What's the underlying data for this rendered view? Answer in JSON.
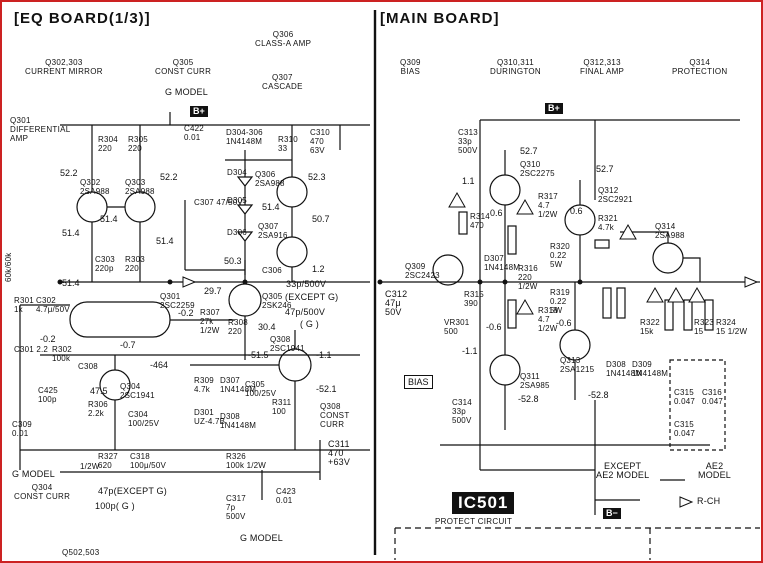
{
  "boards": {
    "eq_title": "[EQ BOARD(1/3)]",
    "main_title": "[MAIN BOARD]"
  },
  "sections": {
    "q302": [
      "Q302,303",
      "CURRENT MIRROR"
    ],
    "q305": [
      "Q305",
      "CONST CURR"
    ],
    "q306": [
      "Q306",
      "CLASS-A AMP"
    ],
    "q307": [
      "Q307",
      "CASCADE"
    ],
    "q301": [
      "Q301",
      "DIFFERENTIAL",
      "AMP"
    ],
    "q309": [
      "Q309",
      "BIAS"
    ],
    "q310": [
      "Q310,311",
      "DURINGTON"
    ],
    "q312": [
      "Q312,313",
      "FINAL AMP"
    ],
    "q314": [
      "Q314",
      "PROTECTION"
    ],
    "q304": [
      "Q304",
      "CONST CURR"
    ],
    "q308": [
      "Q308",
      "CONST",
      "CURR"
    ],
    "q502": "Q502,503"
  },
  "badges": {
    "bplus_eq": "B+",
    "bplus_main": "B+",
    "bminus": "B−",
    "ic501": "IC501",
    "ic501_sub": "PROTECT CIRCUIT",
    "bias_box": "BIAS"
  },
  "notes": {
    "g_model_top": "G MODEL",
    "g_model_left": "G MODEL",
    "g_model_bottom": "G MODEL",
    "except_g_1": "(EXCEPT G)",
    "except_g_2": "47p(EXCEPT G)",
    "g_value": "100p( G )",
    "cap_33p": "33p/500V",
    "cap_47p": "47p/500V",
    "cap_g": "( G )",
    "except_ae2": [
      "EXCEPT",
      "AE2 MODEL"
    ],
    "ae2_model": [
      "AE2",
      "MODEL"
    ],
    "rch": "R-CH"
  },
  "components": {
    "r304": [
      "R304",
      "220"
    ],
    "r305": [
      "R305",
      "220"
    ],
    "c422": [
      "C422",
      "0.01"
    ],
    "d304": [
      "D304-306",
      "1N4148M"
    ],
    "r310": [
      "R310",
      "33"
    ],
    "c310": [
      "C310",
      "470",
      "63V"
    ],
    "q302": [
      "Q302",
      "2SA988"
    ],
    "q303": [
      "Q303",
      "2SA988"
    ],
    "q306": [
      "Q306",
      "2SA988"
    ],
    "q307": [
      "Q307",
      "2SA916"
    ],
    "d304s": "D304",
    "d305s": "D305",
    "d306s": "D306",
    "c307": "C307 47/50V",
    "c303": [
      "C303",
      "220p"
    ],
    "r303": [
      "R303",
      "220"
    ],
    "c306": "C306",
    "r301": [
      "R301",
      "1k"
    ],
    "c302": [
      "C302",
      "4.7μ/50V"
    ],
    "q301": [
      "Q301",
      "2SC2259"
    ],
    "r307": [
      "R307",
      "27k",
      "1/2W"
    ],
    "r308": [
      "R308",
      "220"
    ],
    "q305": [
      "Q305",
      "2SK246"
    ],
    "q308": [
      "Q308",
      "2SC1941"
    ],
    "c301": "C301 2.2",
    "r302": [
      "R302",
      "100k"
    ],
    "c308": "C308",
    "q304": [
      "Q304",
      "2SC1941"
    ],
    "c425": [
      "C425",
      "100p"
    ],
    "c309": [
      "C309",
      "0.01"
    ],
    "r306": [
      "R306",
      "2.2k"
    ],
    "c304": [
      "C304",
      "100/25V"
    ],
    "r309": [
      "R309",
      "4.7k"
    ],
    "d307": [
      "D307",
      "1N4148M"
    ],
    "d301": [
      "D301",
      "UZ-4.7B"
    ],
    "d308": [
      "D308",
      "1N4148M"
    ],
    "c305": [
      "C305",
      "100/25V"
    ],
    "r311": [
      "R311",
      "100"
    ],
    "c311": [
      "C311",
      "470",
      "+63V"
    ],
    "r327": [
      "R327",
      "620"
    ],
    "r327w": "1/2W",
    "c318": [
      "C318",
      "100μ/50V"
    ],
    "r326": [
      "R326",
      "100k 1/2W"
    ],
    "c317": [
      "C317",
      "7p",
      "500V"
    ],
    "c423": [
      "C423",
      "0.01"
    ],
    "r_60k": "60k/60k",
    "c313": [
      "C313",
      "33p",
      "500V"
    ],
    "q310": [
      "Q310",
      "2SC2275"
    ],
    "r317": [
      "R317",
      "4.7",
      "1/2W"
    ],
    "q312": [
      "Q312",
      "2SC2921"
    ],
    "r321": [
      "R321",
      "4.7k"
    ],
    "q314": [
      "Q314",
      "2SA988"
    ],
    "r314": [
      "R314",
      "470"
    ],
    "q309": [
      "Q309",
      "2SC2423"
    ],
    "r315": [
      "R315",
      "390"
    ],
    "d307b": [
      "D307",
      "1N4148M"
    ],
    "r316": [
      "R316",
      "220",
      "1/2W"
    ],
    "r320": [
      "R320",
      "0.22",
      "5W"
    ],
    "r319": [
      "R319",
      "0.22",
      "5W"
    ],
    "r318": [
      "R318",
      "4.7",
      "1/2W"
    ],
    "q313": [
      "Q313",
      "2SA1215"
    ],
    "vr301": [
      "VR301",
      "500"
    ],
    "c312": [
      "C312",
      "47μ",
      "50V"
    ],
    "c314": [
      "C314",
      "33p",
      "500V"
    ],
    "q311": [
      "Q311",
      "2SA985"
    ],
    "d308b": [
      "D308",
      "1N4148M"
    ],
    "d309": [
      "D309",
      "1N4148M"
    ],
    "r322": [
      "R322",
      "15k"
    ],
    "r323": [
      "R323",
      "15"
    ],
    "r324": [
      "R324",
      "15 1/2W"
    ],
    "c315": [
      "C315",
      "0.047"
    ],
    "c316": [
      "C316",
      "0.047"
    ],
    "c315b": [
      "C315",
      "0.047"
    ]
  },
  "voltages": {
    "v522": "52.2",
    "v522b": "52.2",
    "v523": "52.3",
    "v514": "51.4",
    "v514b": "51.4",
    "v514c": "51.4",
    "v514d": "51.4",
    "v514e": "51.4",
    "v507": "50.7",
    "v503": "50.3",
    "v12": "1.2",
    "v297": "29.7",
    "v02": "-0.2",
    "v02b": "-0.2",
    "v07": "-0.7",
    "v304": "30.4",
    "v515": "-51.5",
    "v11": "-1.1",
    "v521": "-52.1",
    "v475": "47.5",
    "v464": "-464",
    "v527": "52.7",
    "v527b": "52.7",
    "v11b": "1.1",
    "v06": "0.6",
    "v06b": "-0.6",
    "v06c": "-0.6",
    "v06d": "0.6",
    "v11c": "-1.1",
    "v528": "-52.8",
    "v528b": "-52.8"
  }
}
